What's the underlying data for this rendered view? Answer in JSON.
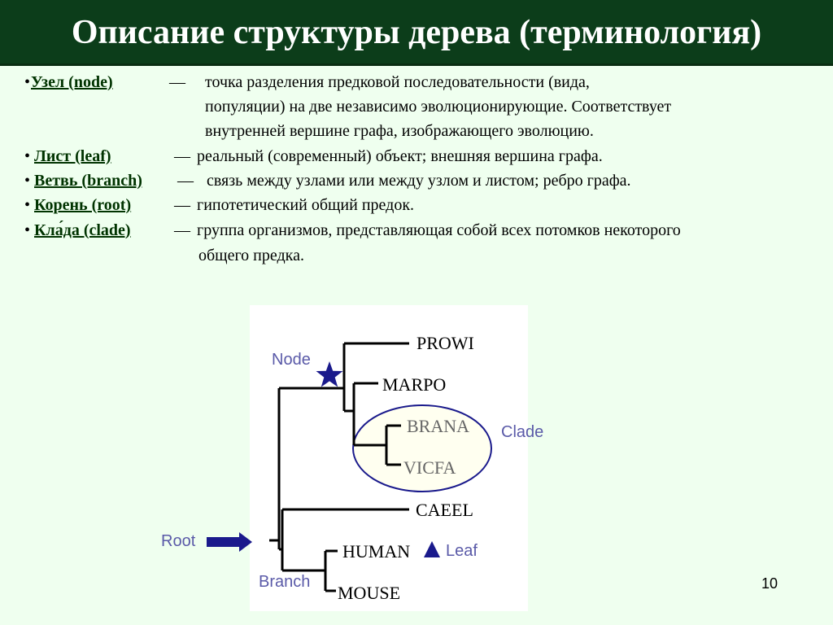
{
  "header": {
    "title": "Описание структуры дерева (терминология)"
  },
  "terms": [
    {
      "bullet": "•",
      "term": "Узел (node)",
      "dash": "—",
      "text": "точка разделения предковой последовательности (вида,",
      "cont": [
        "популяции) на  две независимо эволюционирующие. Соответствует",
        "внутренней вершине графа, изображающего эволюцию."
      ]
    },
    {
      "bullet": "•",
      "term": "Лист (leaf)",
      "dash": "—",
      "text": "реальный (современный) объект; внешняя вершина графа.",
      "cont": []
    },
    {
      "bullet": "•",
      "term": "Ветвь (branch)",
      "dash": "—",
      "text": "связь между узлами или между узлом и листом; ребро графа.",
      "cont": []
    },
    {
      "bullet": "•",
      "term": "Корень (root)",
      "dash": "—",
      "text": "гипотетический общий предок.",
      "cont": []
    },
    {
      "bullet": "•",
      "term": "Кла́да (clade)",
      "dash": "—",
      "text": "группа организмов, представляющая собой всех потомков некоторого",
      "cont": [
        "общего предка."
      ]
    }
  ],
  "tree": {
    "leaves": [
      "PROWI",
      "MARPO",
      "BRANA",
      "VICFA",
      "CAEEL",
      "HUMAN",
      "MOUSE"
    ],
    "labels": {
      "node": "Node",
      "clade": "Clade",
      "root": "Root",
      "leaf": "Leaf",
      "branch": "Branch"
    },
    "colors": {
      "blue_label": "#5a5aa8",
      "star": "#1a1a8c",
      "arrow": "#1a1a8c",
      "clade_bg": "#fffff0",
      "clade_stroke": "#1a1a8c",
      "faded_text": "#666666"
    }
  },
  "page_number": "10"
}
